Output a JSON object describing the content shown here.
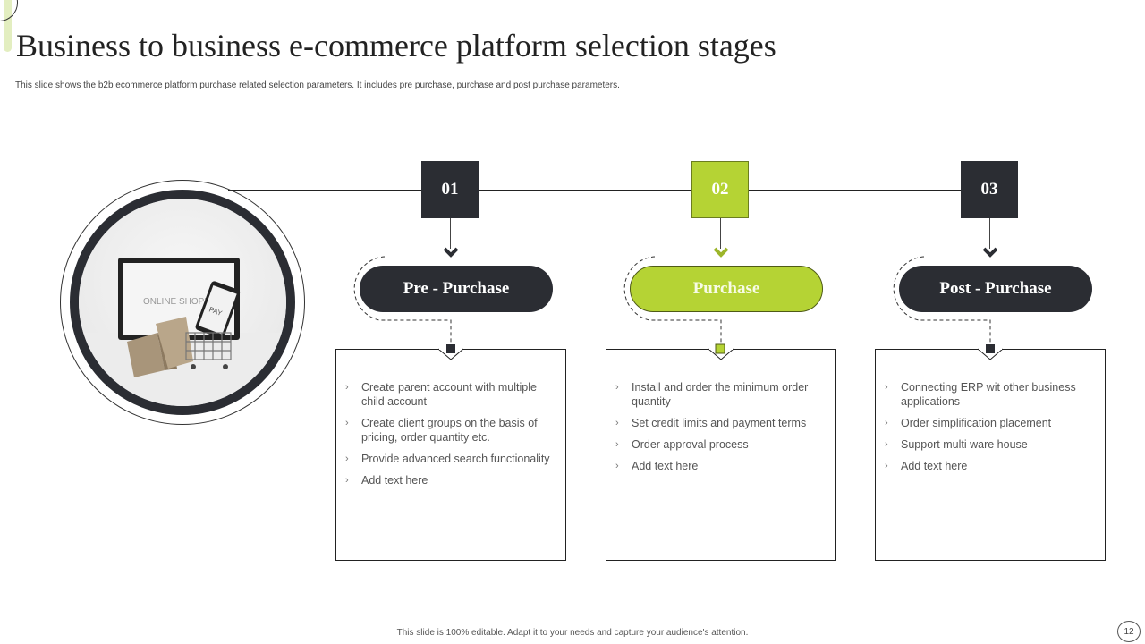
{
  "slide": {
    "title": "Business to business e-commerce platform selection stages",
    "subtitle": "This slide shows the b2b ecommerce platform purchase related selection parameters. It includes pre purchase, purchase and post purchase parameters.",
    "footer": "This slide is 100% editable. Adapt it to your needs and capture your audience's attention.",
    "page_number": "12"
  },
  "image": {
    "description": "online-shopping-photo",
    "screen_text": "ONLINE SHOPPING",
    "phone_text": "PAY"
  },
  "colors": {
    "dark": "#2b2d33",
    "accent": "#b5d334"
  },
  "stages": [
    {
      "number": "01",
      "label": "Pre - Purchase",
      "theme": "dark",
      "items": [
        "Create parent account  with multiple child account",
        "Create client groups on the basis of pricing, order quantity etc.",
        "Provide  advanced search functionality",
        "Add text here"
      ]
    },
    {
      "number": "02",
      "label": "Purchase",
      "theme": "green",
      "items": [
        "Install and order the minimum order quantity",
        "Set credit limits and payment terms",
        "Order approval  process",
        "Add text here"
      ]
    },
    {
      "number": "03",
      "label": "Post - Purchase",
      "theme": "dark",
      "items": [
        "Connecting ERP wit other business applications",
        "Order  simplification placement",
        "Support multi ware house",
        "Add text here"
      ]
    }
  ],
  "bullet_glyph": "›"
}
